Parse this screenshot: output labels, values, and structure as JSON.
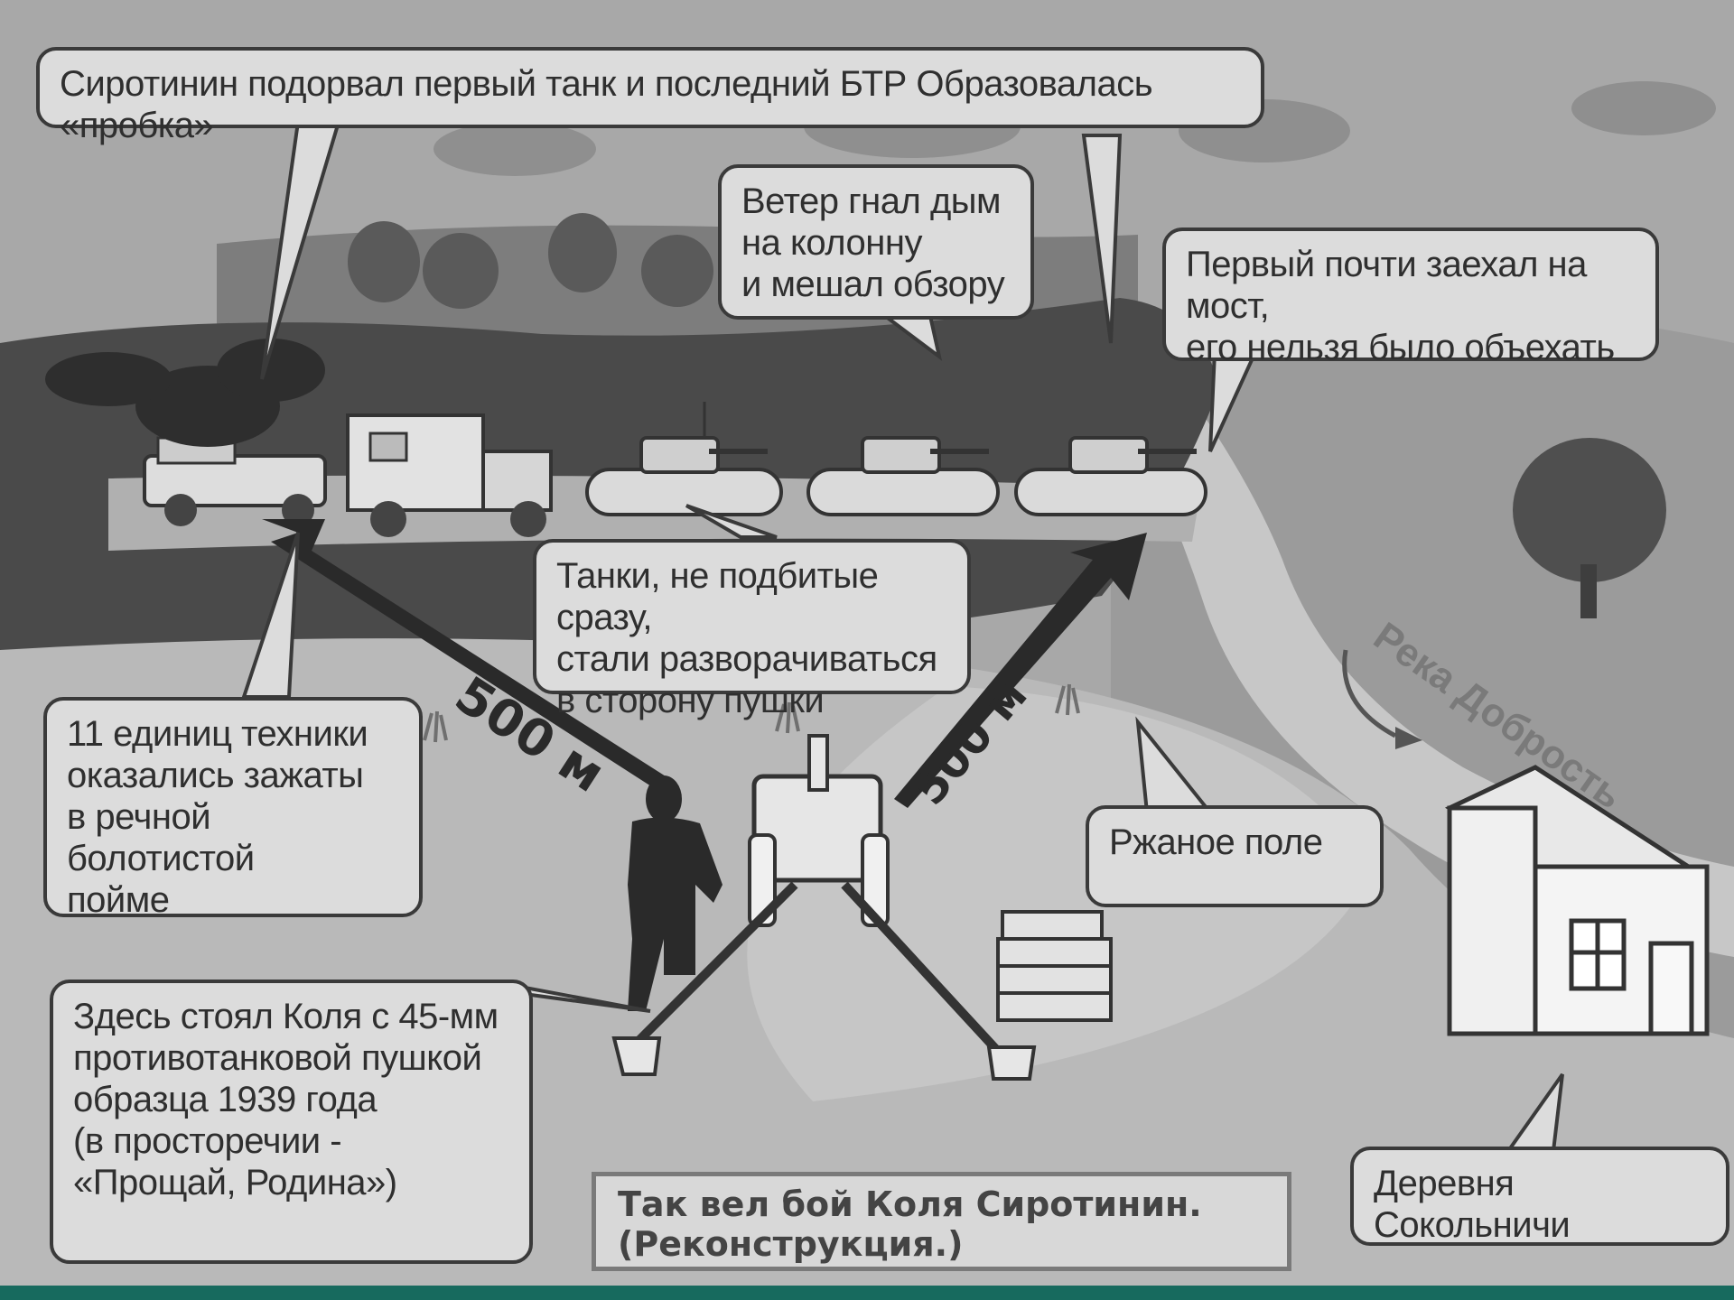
{
  "callouts": {
    "top": "Сиротинин подорвал первый танк и последний БТР  Образовалась «пробка»",
    "wind": "Ветер гнал дым\nна колонну\nи мешал обзору",
    "bridge": "Первый почти заехал на мост,\nего нельзя было объехать",
    "tanks_turn": "Танки, не подбитые сразу,\n стали разворачиваться\nв сторону пушки",
    "eleven": "11 единиц техники\nоказались зажаты\nв речной болотистой\nпойме",
    "rye": "Ржаное поле",
    "gun": "Здесь стоял Коля с 45-мм\nпротивотанковой пушкой\nобразца 1939 года\n(в просторечии -\n«Прощай, Родина»)",
    "village": "Деревня Сокольничи"
  },
  "caption": "Так вел бой Коля Сиротинин.\n(Реконструкция.)",
  "distances": {
    "left": "500 м",
    "right": "500 м"
  },
  "river_label": "Река Добрость",
  "colors": {
    "bottom_bar": "#176a5e"
  }
}
